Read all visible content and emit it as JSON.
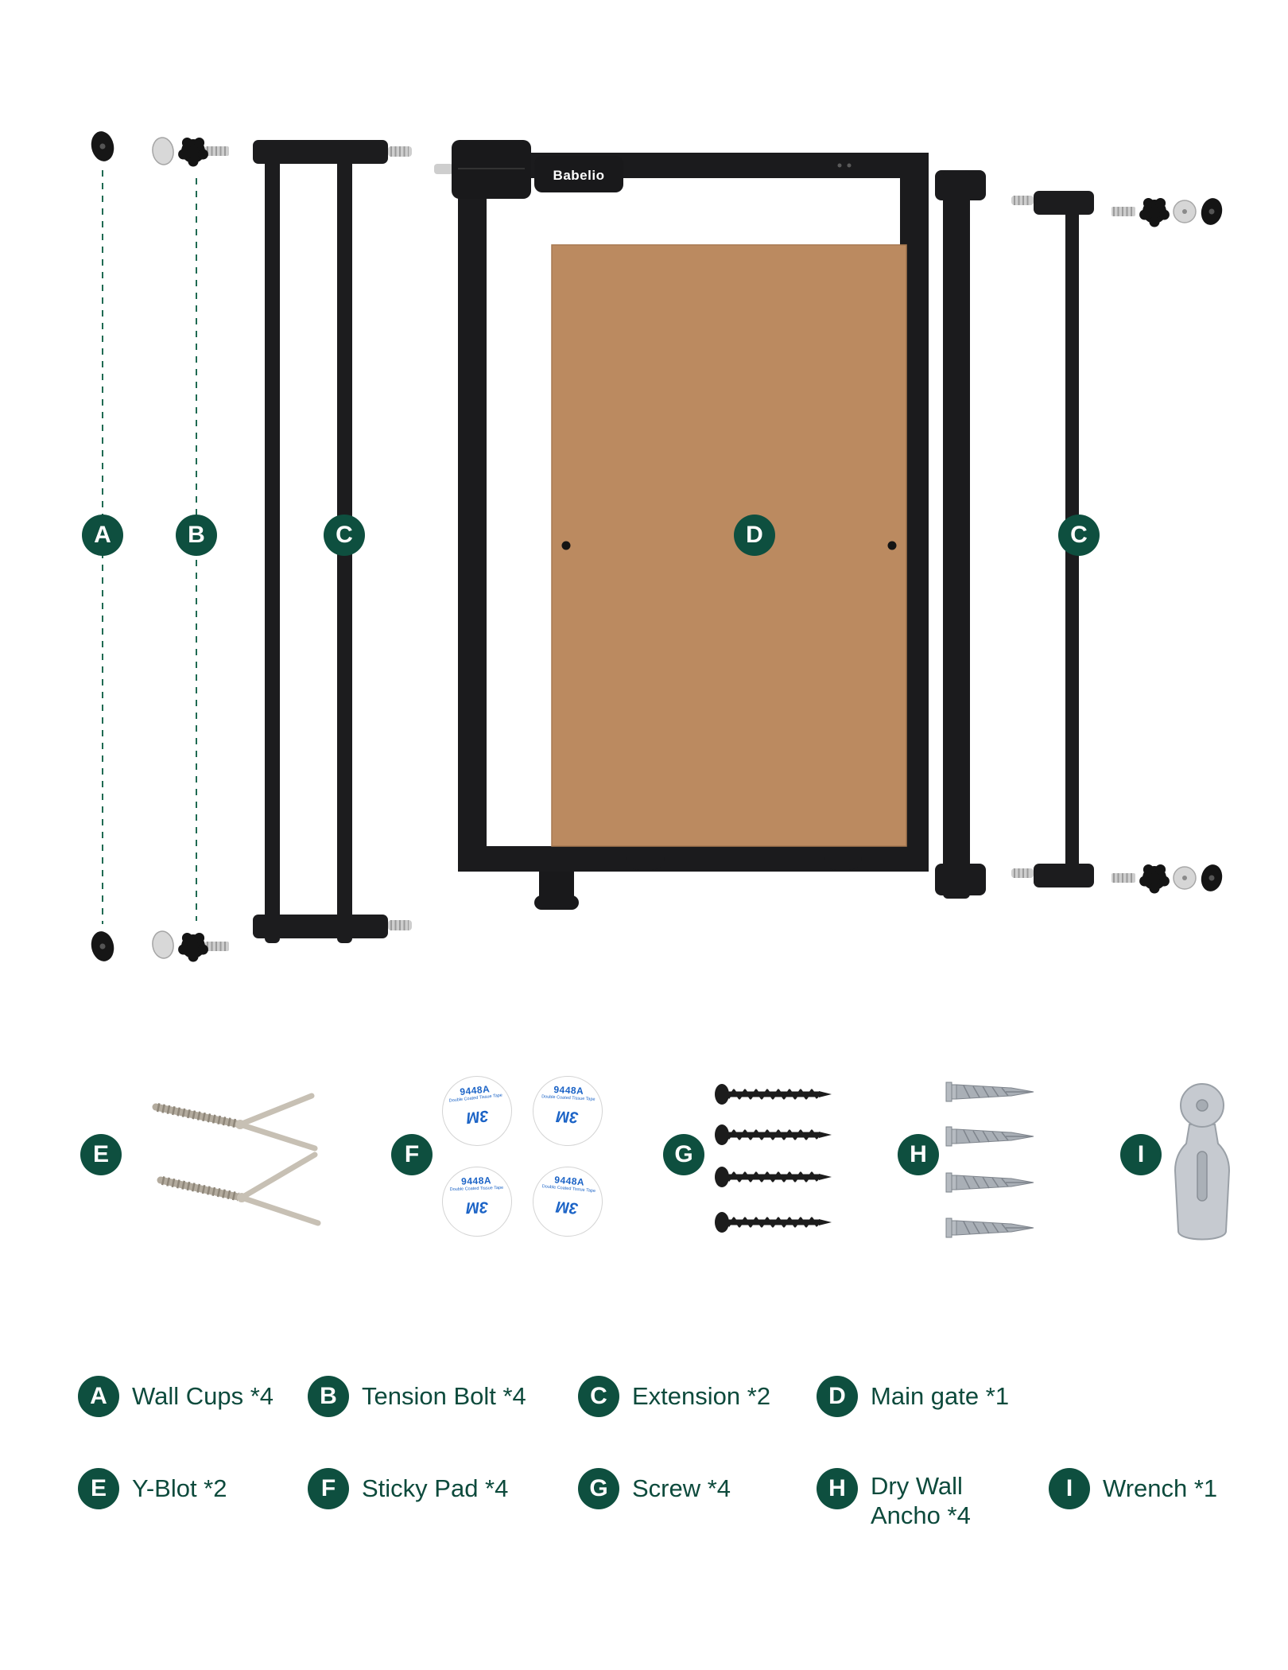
{
  "brand": "Babelio",
  "colors": {
    "accent_green": "#0e4f3f",
    "legend_text": "#0d4a3c",
    "gate_black": "#1b1b1d",
    "panel_brown": "#bb8a60",
    "pad_text_blue": "#1b63c6"
  },
  "markers": {
    "a": "A",
    "b": "B",
    "c_left": "C",
    "d": "D",
    "c_right": "C",
    "e": "E",
    "f": "F",
    "g": "G",
    "h": "H",
    "i": "I"
  },
  "sticky_pad": {
    "code": "9448A",
    "desc": "Double Coated Tissue Tape",
    "brand": "3M"
  },
  "legend": {
    "row1": [
      {
        "letter": "A",
        "label": "Wall Cups *4"
      },
      {
        "letter": "B",
        "label": "Tension Bolt *4"
      },
      {
        "letter": "C",
        "label": "Extension *2"
      },
      {
        "letter": "D",
        "label": "Main gate *1"
      }
    ],
    "row2": [
      {
        "letter": "E",
        "label": "Y-Blot *2"
      },
      {
        "letter": "F",
        "label": "Sticky Pad *4"
      },
      {
        "letter": "G",
        "label": "Screw *4"
      },
      {
        "letter": "H",
        "label": "Dry Wall Ancho *4"
      },
      {
        "letter": "I",
        "label": "Wrench *1"
      }
    ]
  }
}
